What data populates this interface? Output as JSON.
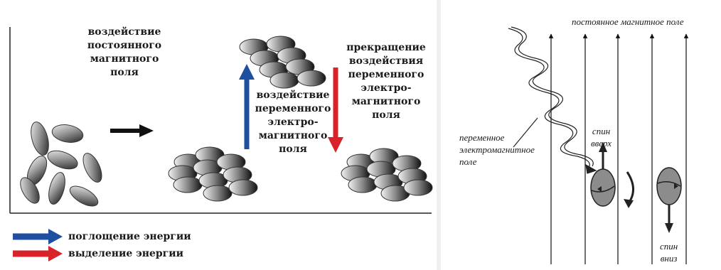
{
  "left_panel": {
    "label_static_field": "воздействие\nпостоянного\nмагнитного\nполя",
    "label_ac_field": "воздействие\nпеременного\nэлектро-\nмагнитного\nполя",
    "label_stop": "прекращение\nвоздействия\nпеременного\nэлектро-\nмагнитного\nполя",
    "legend": [
      {
        "label": "поглощение энергии",
        "color": "#1f4fa0"
      },
      {
        "label": "выделение энергии",
        "color": "#d8232a"
      }
    ]
  },
  "right_panel": {
    "title": "постоянное магнитное поле",
    "label_wave": "переменное\nэлектромагнитное\nполе",
    "label_spin_up": "спин\nвверх",
    "label_spin_down": "спин\nвниз"
  },
  "colors": {
    "absorb": "#1f4fa0",
    "emit": "#d8232a",
    "black": "#111111"
  }
}
